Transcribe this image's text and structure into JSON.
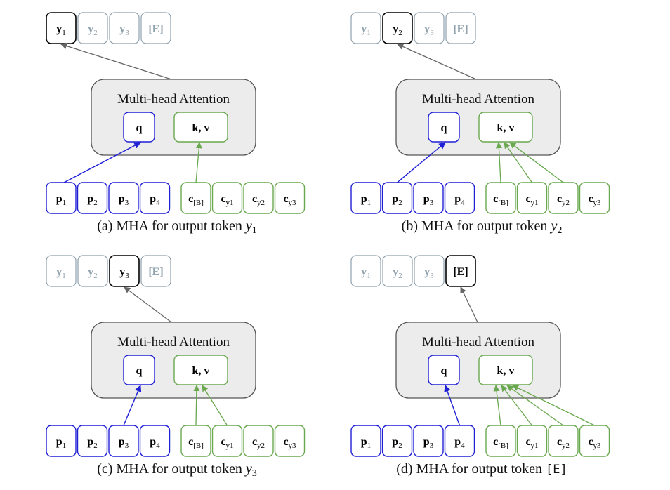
{
  "colors": {
    "prompt": "#1f1fd6",
    "cache": "#6aa84f",
    "output_active": "#000000",
    "output_inactive": "#8ea1ad",
    "mha_fill": "#ececec",
    "mha_stroke": "#555555",
    "arrow_gray": "#666666"
  },
  "panels": [
    {
      "id": "a",
      "mha_label": "Multi-head Attention",
      "q_label": "q",
      "kv_label": "k, v",
      "outputs": [
        {
          "base": "y",
          "sub": "1",
          "active": true
        },
        {
          "base": "y",
          "sub": "2",
          "active": false
        },
        {
          "base": "y",
          "sub": "3",
          "active": false
        },
        {
          "base": "[E]",
          "sub": "",
          "active": false
        }
      ],
      "prompt": [
        {
          "base": "p",
          "sub": "1"
        },
        {
          "base": "p",
          "sub": "2"
        },
        {
          "base": "p",
          "sub": "3"
        },
        {
          "base": "p",
          "sub": "4"
        }
      ],
      "cache": [
        {
          "base": "c",
          "sub": "[B]"
        },
        {
          "base": "c",
          "sub": "y1"
        },
        {
          "base": "c",
          "sub": "y2"
        },
        {
          "base": "c",
          "sub": "y3"
        }
      ],
      "q_source": 0,
      "kv_sources": [
        0
      ],
      "caption": {
        "prefix": "(a) MHA for output token ",
        "var": "y",
        "sub": "1",
        "mono": ""
      }
    },
    {
      "id": "b",
      "mha_label": "Multi-head Attention",
      "q_label": "q",
      "kv_label": "k, v",
      "outputs": [
        {
          "base": "y",
          "sub": "1",
          "active": false
        },
        {
          "base": "y",
          "sub": "2",
          "active": true
        },
        {
          "base": "y",
          "sub": "3",
          "active": false
        },
        {
          "base": "[E]",
          "sub": "",
          "active": false
        }
      ],
      "prompt": [
        {
          "base": "p",
          "sub": "1"
        },
        {
          "base": "p",
          "sub": "2"
        },
        {
          "base": "p",
          "sub": "3"
        },
        {
          "base": "p",
          "sub": "4"
        }
      ],
      "cache": [
        {
          "base": "c",
          "sub": "[B]"
        },
        {
          "base": "c",
          "sub": "y1"
        },
        {
          "base": "c",
          "sub": "y2"
        },
        {
          "base": "c",
          "sub": "y3"
        }
      ],
      "q_source": 1,
      "kv_sources": [
        0,
        1,
        2
      ],
      "caption": {
        "prefix": "(b) MHA for output token ",
        "var": "y",
        "sub": "2",
        "mono": ""
      }
    },
    {
      "id": "c",
      "mha_label": "Multi-head Attention",
      "q_label": "q",
      "kv_label": "k, v",
      "outputs": [
        {
          "base": "y",
          "sub": "1",
          "active": false
        },
        {
          "base": "y",
          "sub": "2",
          "active": false
        },
        {
          "base": "y",
          "sub": "3",
          "active": true
        },
        {
          "base": "[E]",
          "sub": "",
          "active": false
        }
      ],
      "prompt": [
        {
          "base": "p",
          "sub": "1"
        },
        {
          "base": "p",
          "sub": "2"
        },
        {
          "base": "p",
          "sub": "3"
        },
        {
          "base": "p",
          "sub": "4"
        }
      ],
      "cache": [
        {
          "base": "c",
          "sub": "[B]"
        },
        {
          "base": "c",
          "sub": "y1"
        },
        {
          "base": "c",
          "sub": "y2"
        },
        {
          "base": "c",
          "sub": "y3"
        }
      ],
      "q_source": 2,
      "kv_sources": [
        0,
        1
      ],
      "caption": {
        "prefix": "(c) MHA for output token ",
        "var": "y",
        "sub": "3",
        "mono": ""
      }
    },
    {
      "id": "d",
      "mha_label": "Multi-head Attention",
      "q_label": "q",
      "kv_label": "k, v",
      "outputs": [
        {
          "base": "y",
          "sub": "1",
          "active": false
        },
        {
          "base": "y",
          "sub": "2",
          "active": false
        },
        {
          "base": "y",
          "sub": "3",
          "active": false
        },
        {
          "base": "[E]",
          "sub": "",
          "active": true
        }
      ],
      "prompt": [
        {
          "base": "p",
          "sub": "1"
        },
        {
          "base": "p",
          "sub": "2"
        },
        {
          "base": "p",
          "sub": "3"
        },
        {
          "base": "p",
          "sub": "4"
        }
      ],
      "cache": [
        {
          "base": "c",
          "sub": "[B]"
        },
        {
          "base": "c",
          "sub": "y1"
        },
        {
          "base": "c",
          "sub": "y2"
        },
        {
          "base": "c",
          "sub": "y3"
        }
      ],
      "q_source": 3,
      "kv_sources": [
        0,
        1,
        2,
        3
      ],
      "caption": {
        "prefix": "(d) MHA for output token ",
        "var": "",
        "sub": "",
        "mono": "[E]"
      }
    }
  ]
}
